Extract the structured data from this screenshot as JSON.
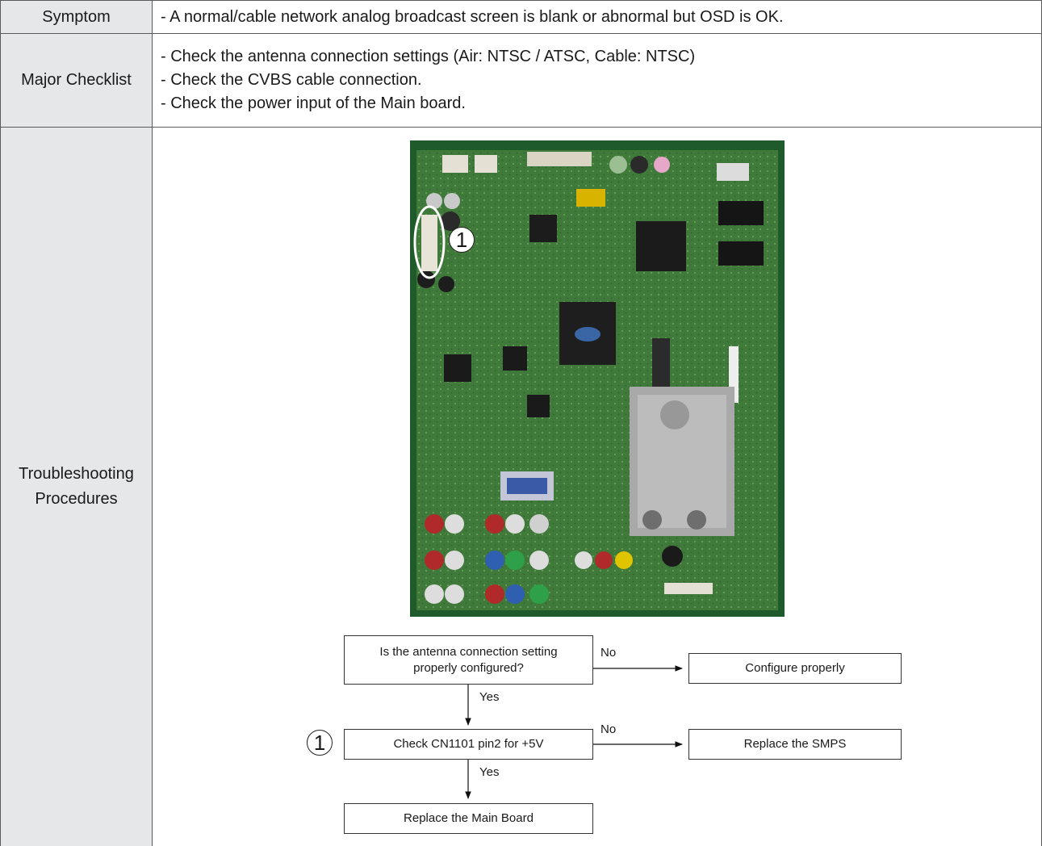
{
  "symptom": {
    "label": "Symptom",
    "text": "- A normal/cable network analog broadcast screen is blank or abnormal but OSD is OK."
  },
  "checklist": {
    "label": "Major Checklist",
    "items": [
      "- Check the antenna connection settings (Air: NTSC / ATSC, Cable: NTSC)",
      "- Check the CVBS cable connection.",
      "- Check the power input of the Main board."
    ]
  },
  "procedures": {
    "label_line1": "Troubleshooting",
    "label_line2": "Procedures",
    "marker": "1",
    "flowchart": {
      "q1_line1": "Is the antenna connection setting",
      "q1_line2": "properly configured?",
      "no1": "No",
      "action1": "Configure properly",
      "yes1": "Yes",
      "marker": "1",
      "q2": "Check CN1101 pin2 for +5V",
      "no2": "No",
      "action2": "Replace the SMPS",
      "yes2": "Yes",
      "action3": "Replace the Main Board"
    }
  },
  "colors": {
    "label_bg": "#e6e7e9",
    "border": "#5a5a5a",
    "pcb": "#3f7a3a"
  }
}
